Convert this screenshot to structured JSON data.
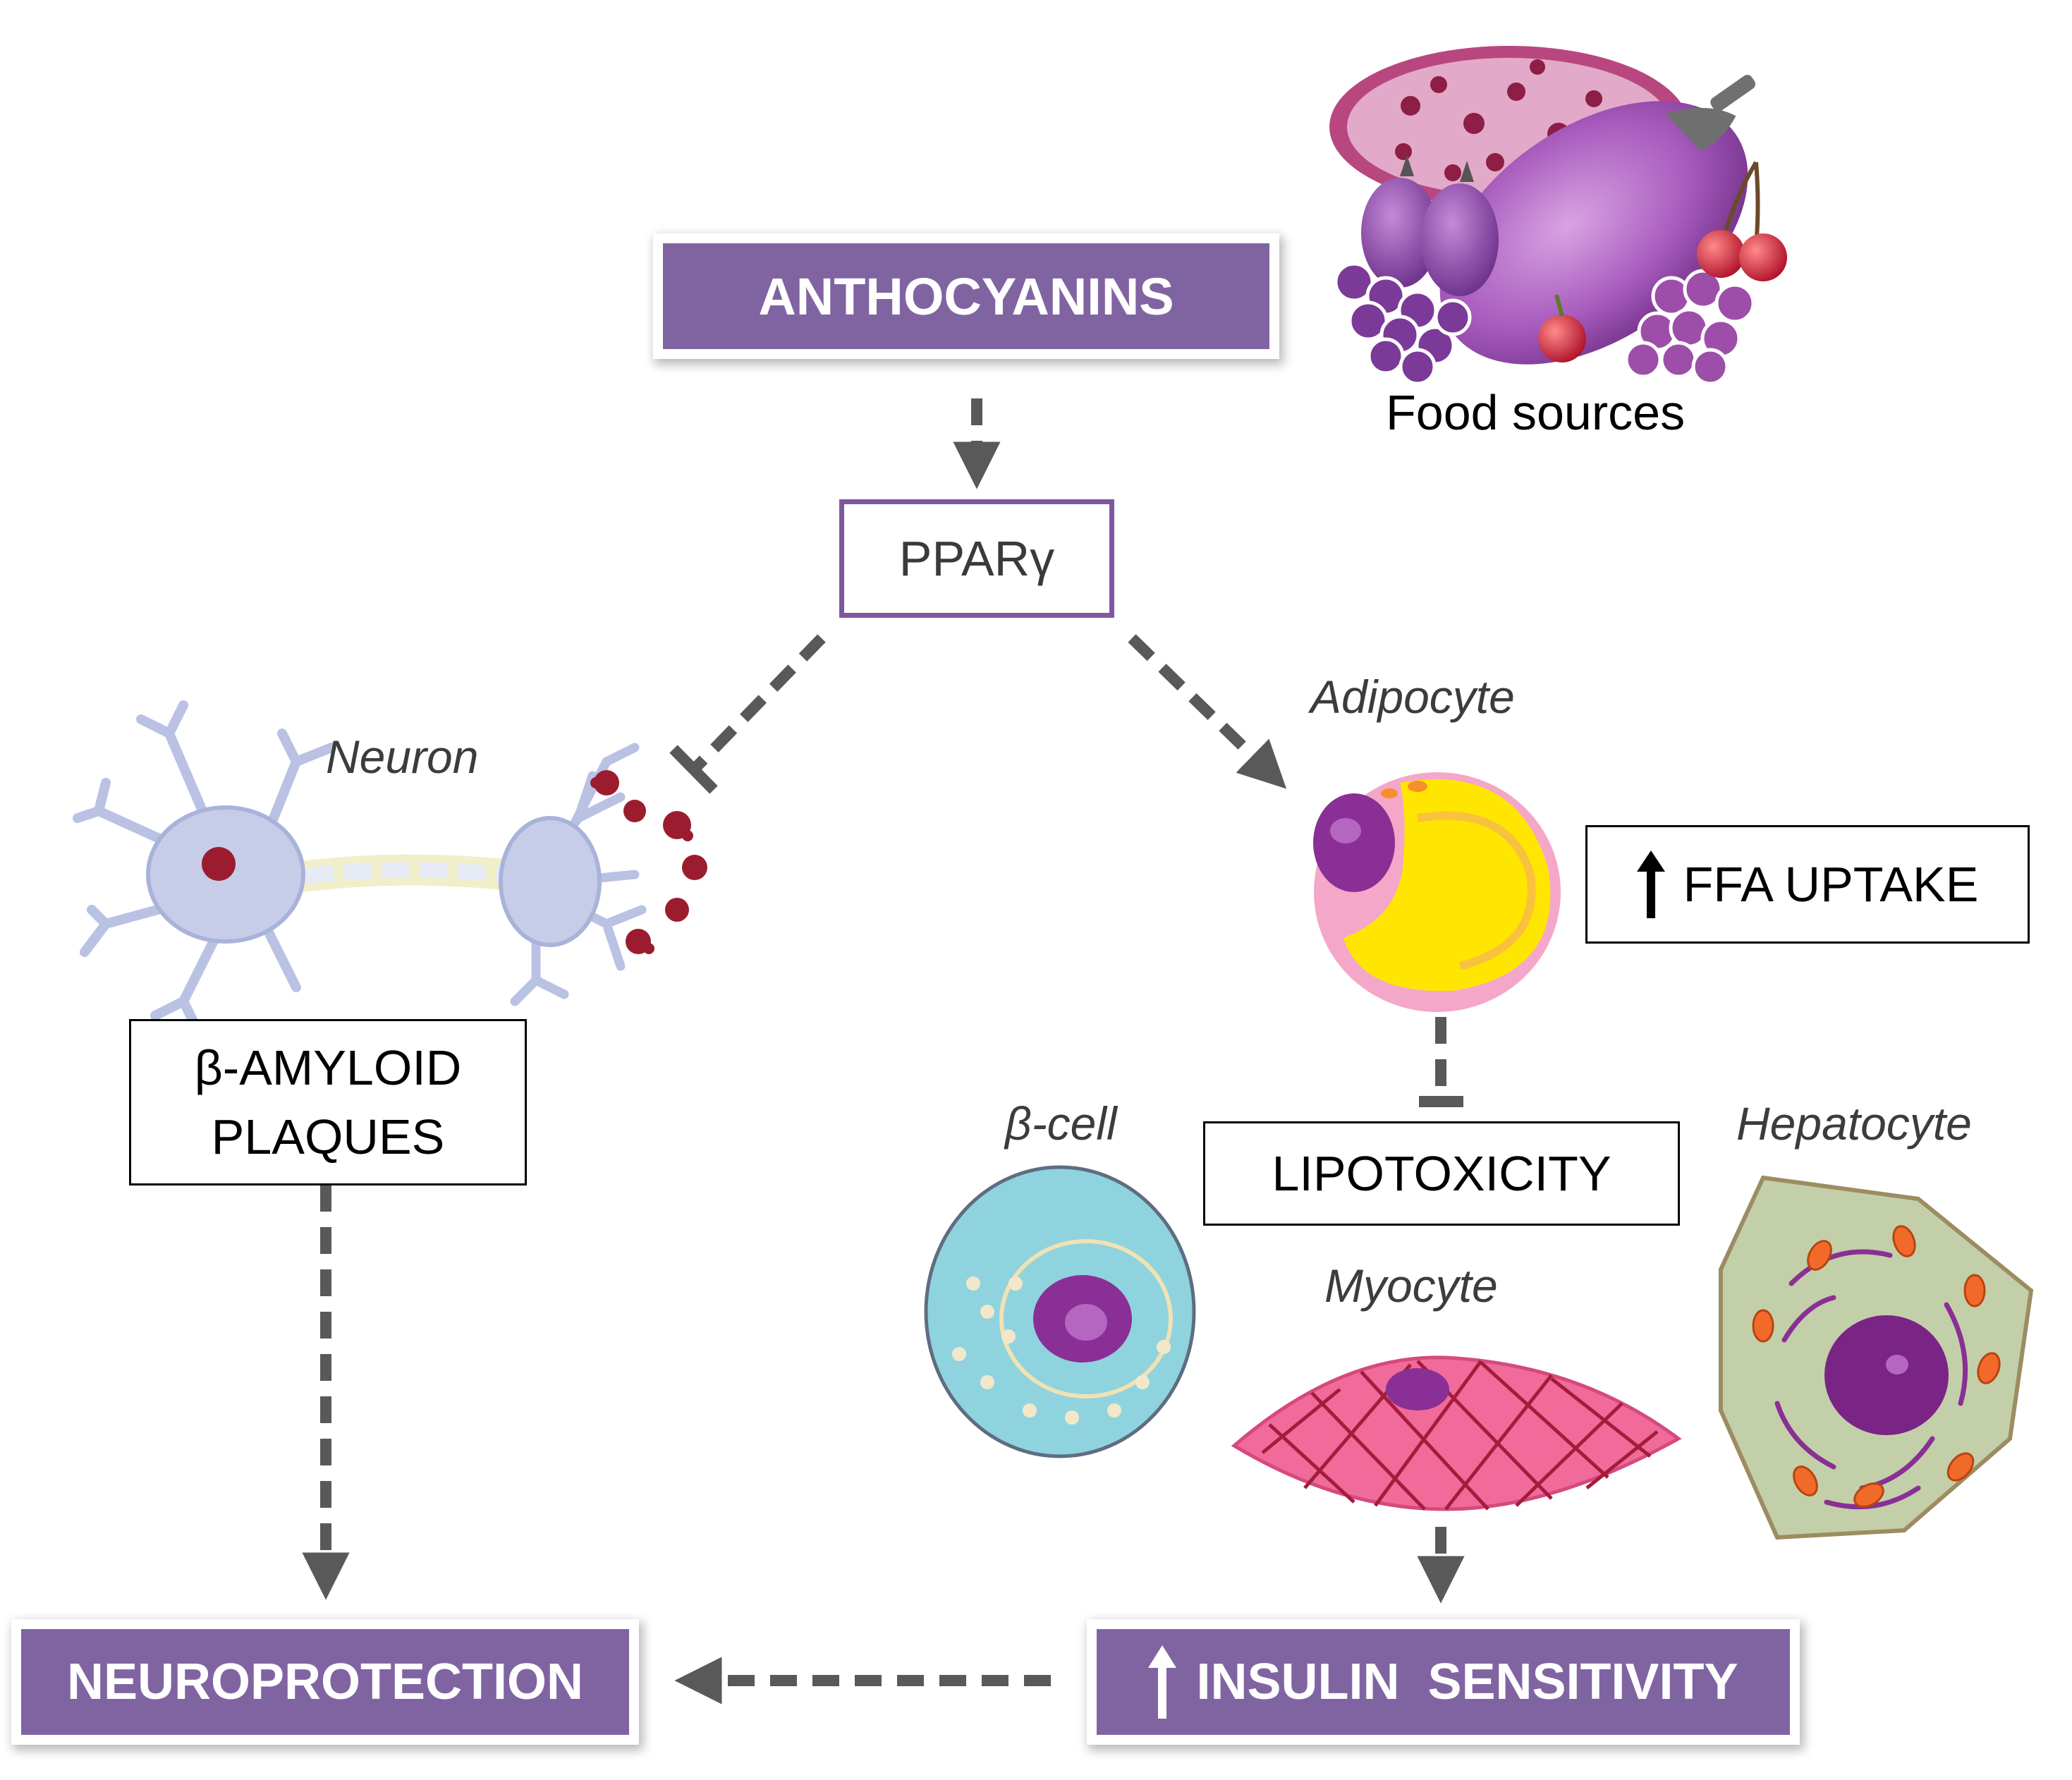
{
  "boxes": {
    "anthocyanins": "ANTHOCYANINS",
    "ppar": "PPARγ",
    "ffa_uptake": "FFA UPTAKE",
    "lipotoxicity": "LIPOTOXICITY",
    "amyloid_line1": "β-AMYLOID",
    "amyloid_line2": "PLAQUES",
    "neuroprotection": "NEUROPROTECTION",
    "insulin_sensitivity": "INSULIN  SENSITIVITY"
  },
  "labels": {
    "food_sources": "Food sources",
    "neuron": "Neuron",
    "adipocyte": "Adipocyte",
    "beta_cell": "β-cell",
    "myocyte": "Myocyte",
    "hepatocyte": "Hepatocyte"
  },
  "colors": {
    "accent_purple": "#8064a2",
    "arrow_gray": "#595959",
    "adipocyte_yellow": "#ffe600",
    "adipocyte_pink": "#f4a7c8",
    "beta_cell_blue": "#8fd3df",
    "myocyte_pink": "#f06b9a",
    "hepatocyte_green": "#c3cfa9",
    "nucleus_purple": "#8a2f95",
    "neuron_lilac": "#c7cde8",
    "plaque_red": "#9b1c2e"
  },
  "icons": [
    "food-sources-illustration",
    "neuron-illustration",
    "adipocyte-illustration",
    "beta-cell-illustration",
    "myocyte-illustration",
    "hepatocyte-illustration",
    "up-arrow-icon"
  ]
}
